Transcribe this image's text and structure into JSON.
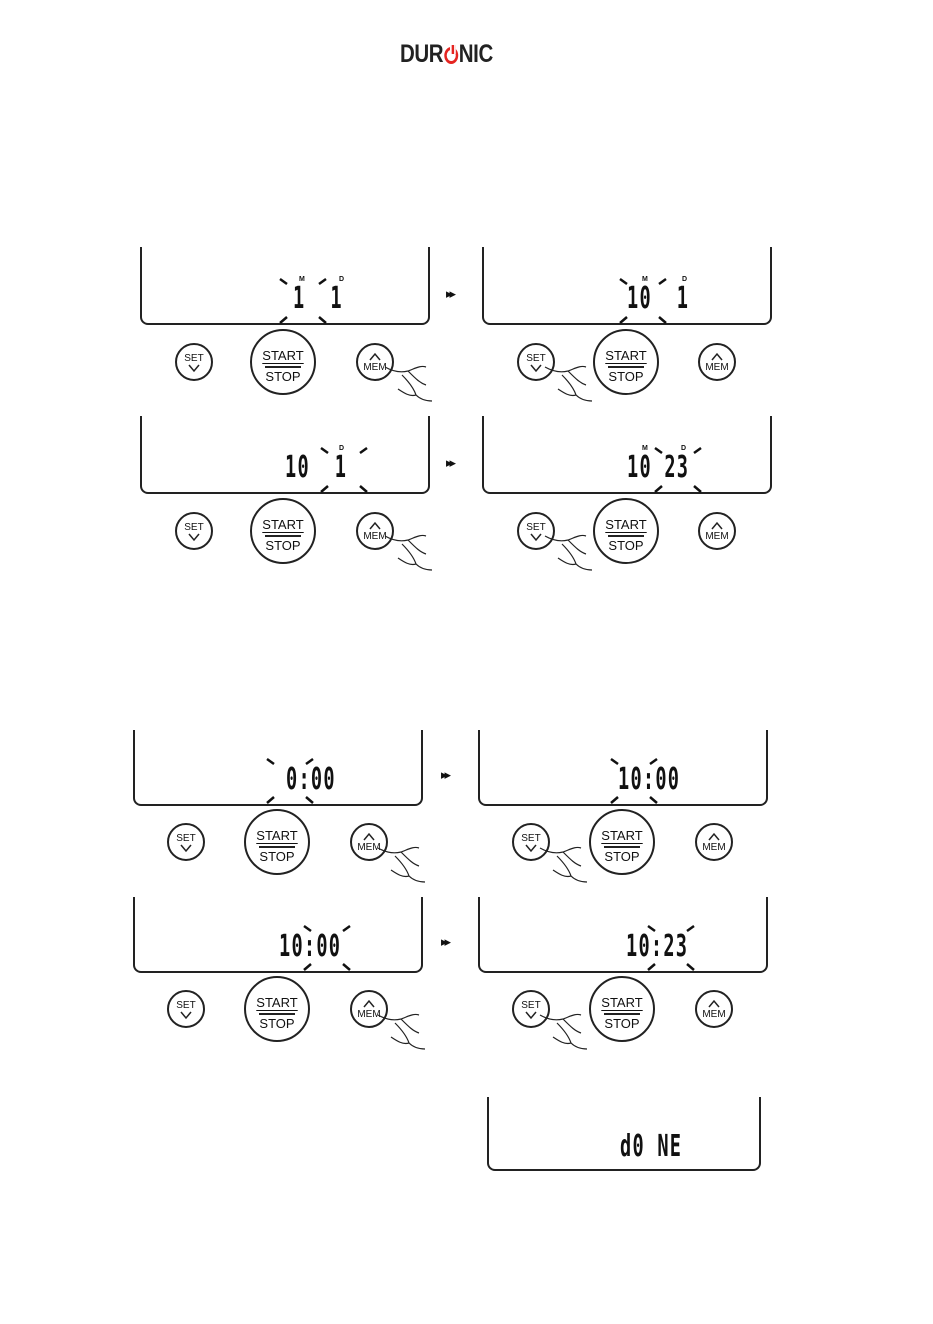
{
  "brand": {
    "logo_left": "DUR",
    "logo_right": "NIC",
    "accent_color": "#e52521"
  },
  "buttons": {
    "set_label": "SET",
    "start_label": "START",
    "stop_label": "STOP",
    "mem_label": "MEM"
  },
  "step_arrow": "▸▸",
  "date_section": {
    "month_marker": "M",
    "day_marker": "D",
    "frames": [
      {
        "display": "1  1",
        "flashing": "month",
        "pressed": "mem"
      },
      {
        "display": "10  1",
        "flashing": "month",
        "pressed": "set"
      },
      {
        "display": "10  1",
        "flashing": "day",
        "pressed": "mem"
      },
      {
        "display": "10 23",
        "flashing": "day",
        "pressed": "set"
      }
    ]
  },
  "time_section": {
    "frames": [
      {
        "display": "0:00",
        "flashing": "hour",
        "pressed": "mem"
      },
      {
        "display": "10:00",
        "flashing": "hour",
        "pressed": "set"
      },
      {
        "display": "10:00",
        "flashing": "minute",
        "pressed": "mem"
      },
      {
        "display": "10:23",
        "flashing": "minute",
        "pressed": "set"
      }
    ]
  },
  "final_display": "d0 NE"
}
